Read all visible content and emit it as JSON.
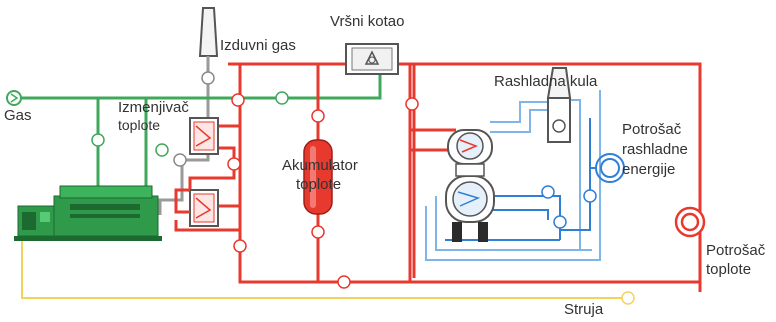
{
  "labels": {
    "exhaust": "Izduvni gas",
    "peak_boiler": "Vršni kotao",
    "cooling_tower": "Rashladna kula",
    "gas": "Gas",
    "heat_exchanger_1": "Izmenjivač",
    "heat_exchanger_2": "toplote",
    "accumulator_1": "Akumulator",
    "accumulator_2": "toplote",
    "cooling_consumer_1": "Potrošač",
    "cooling_consumer_2": "rashladne",
    "cooling_consumer_3": "energije",
    "heat_consumer_1": "Potrošač",
    "heat_consumer_2": "toplote",
    "power": "Struja"
  },
  "colors": {
    "hot_water": "#e8392f",
    "gas": "#3fa85b",
    "exhaust": "#9a9a9a",
    "chilled_water": "#2f7fd6",
    "cooling_water": "#7fb6ea",
    "electricity": "#f2d45c",
    "engine": "#2e9a4a"
  }
}
